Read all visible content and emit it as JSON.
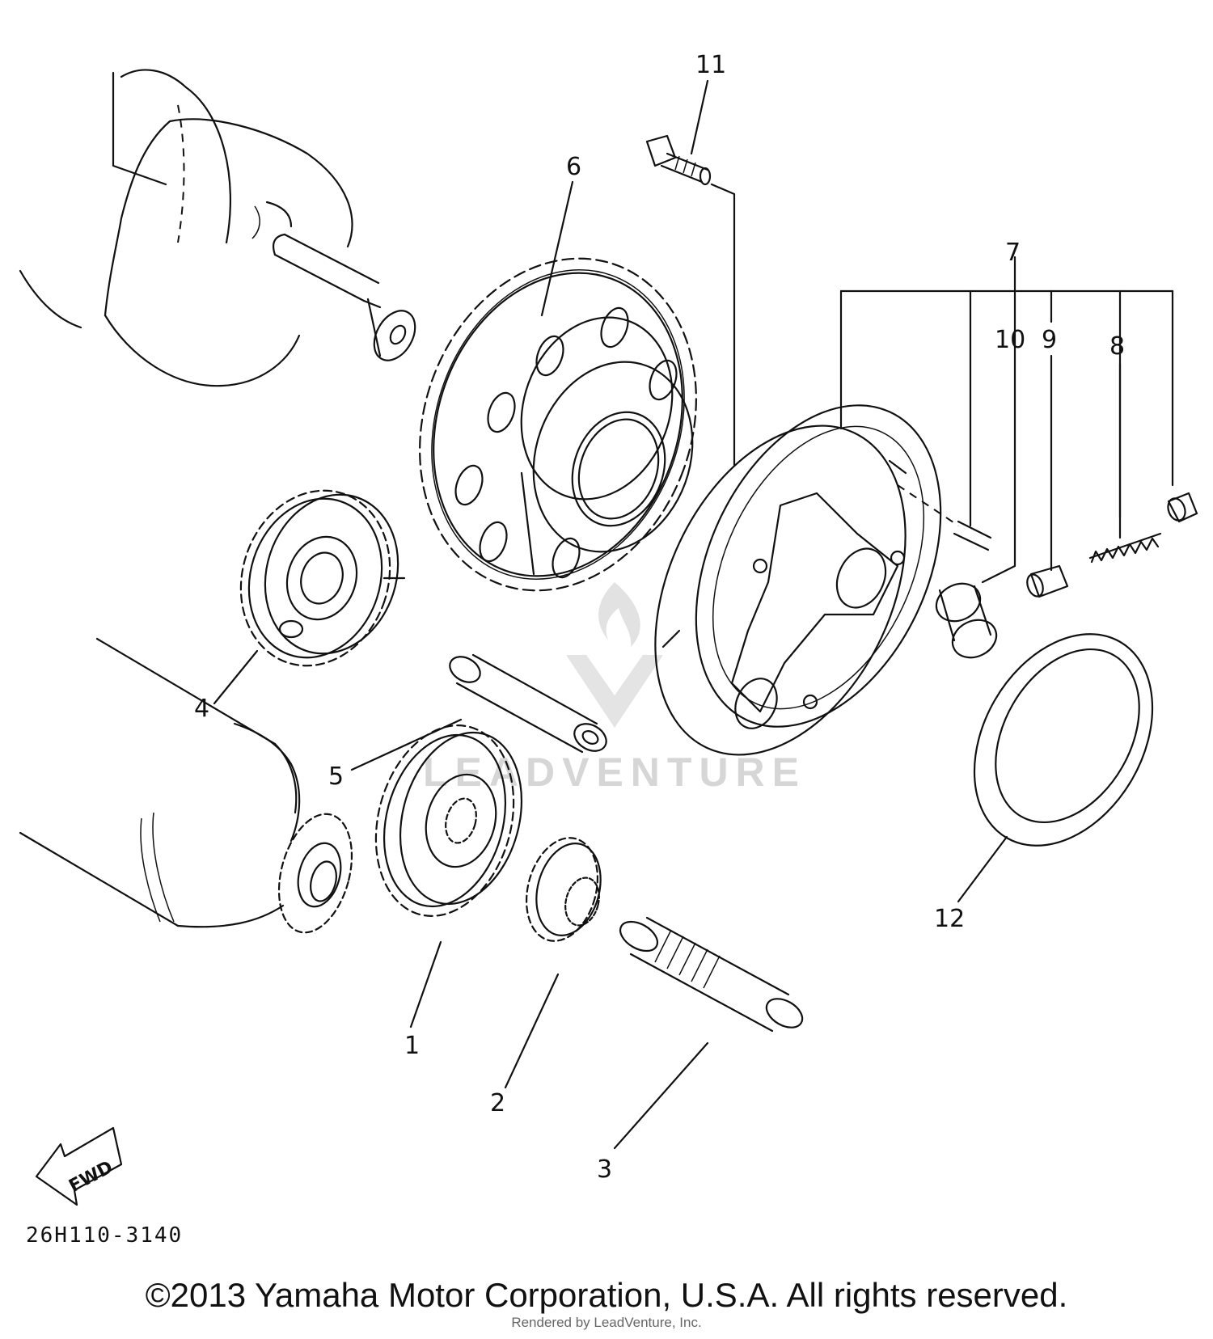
{
  "diagram": {
    "callouts": [
      {
        "id": "1",
        "label": "1"
      },
      {
        "id": "2",
        "label": "2"
      },
      {
        "id": "3",
        "label": "3"
      },
      {
        "id": "4",
        "label": "4"
      },
      {
        "id": "5",
        "label": "5"
      },
      {
        "id": "6",
        "label": "6"
      },
      {
        "id": "7",
        "label": "7"
      },
      {
        "id": "8",
        "label": "8"
      },
      {
        "id": "9",
        "label": "9"
      },
      {
        "id": "10",
        "label": "10"
      },
      {
        "id": "11",
        "label": "11"
      },
      {
        "id": "12",
        "label": "12"
      }
    ],
    "direction_marker": "FWD",
    "diagram_code": "26H110-3140",
    "watermark": "LEADVENTURE"
  },
  "footer": {
    "copyright": "©2013 Yamaha Motor Corporation, U.S.A. All rights reserved.",
    "rendered_by": "Rendered by LeadVenture, Inc."
  }
}
